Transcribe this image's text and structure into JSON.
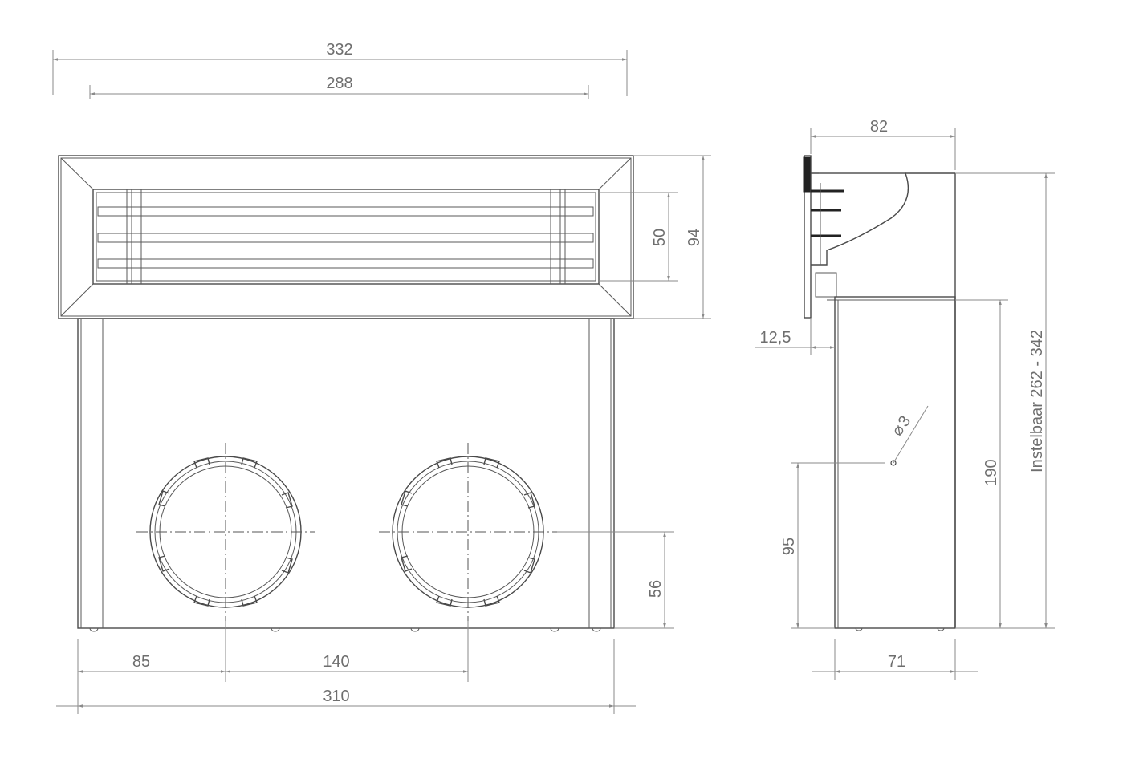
{
  "dimensions": {
    "overall_width": "332",
    "grille_width": "288",
    "depth_top": "82",
    "grille_opening_height": "50",
    "grille_height": "94",
    "flange_offset": "12,5",
    "pipe_center_height": "56",
    "screw_height": "95",
    "body_height": "190",
    "adjustable_range": "Instelbaar 262 - 342",
    "screw_diameter": "3",
    "pipe_offset": "85",
    "pipe_spacing": "140",
    "body_width": "310",
    "body_depth": "71"
  },
  "symbols": {
    "diameter_symbol": "⌀"
  }
}
